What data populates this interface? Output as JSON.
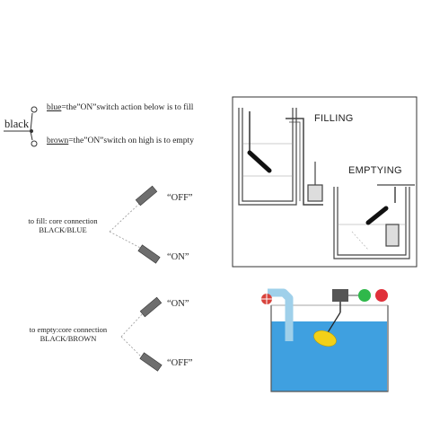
{
  "wiring": {
    "common_label": "black",
    "blue_prefix": "blue",
    "blue_text": "=the”ON”switch action below is to fill",
    "brown_prefix": "brown",
    "brown_text": "=the”ON”switch on high is to empty"
  },
  "fill_switch": {
    "off_label": "“OFF”",
    "on_label": "“ON”",
    "caption_line1": "to fill: core connection",
    "caption_line2": "BLACK/BLUE"
  },
  "empty_switch": {
    "on_label": "“ON”",
    "off_label": "“OFF”",
    "caption_line1": "to empty:core connection",
    "caption_line2": "BLACK/BROWN"
  },
  "panel": {
    "filling_label": "FILLING",
    "emptying_label": "EMPTYING"
  },
  "colors": {
    "water": "#3fa0e0",
    "float_yellow": "#f2d018",
    "lamp_green": "#2fb84a",
    "lamp_red": "#e0303a",
    "valve_red": "#d8433c"
  }
}
